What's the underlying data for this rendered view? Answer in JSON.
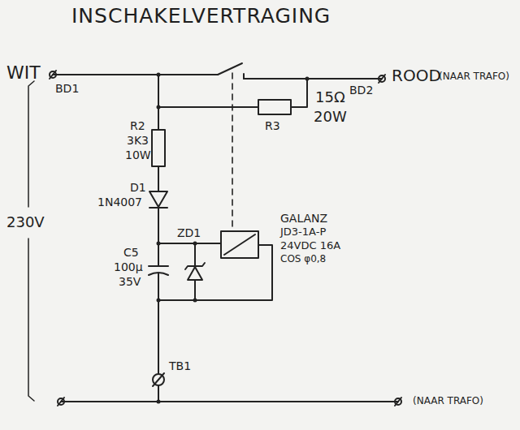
{
  "diagram": {
    "title": "INSCHAKELVERTRAGING",
    "labels": [
      "WIT",
      "BD1",
      "230V",
      "R2",
      "3K3",
      "10W",
      "D1",
      "1N4007",
      "C5",
      "100µ",
      "35V",
      "ZD1",
      "GALANZ",
      "JD3-1A-P",
      "24VDC 16A",
      "COS φ0,8",
      "ROOD",
      "(NAAR TRAFO)",
      "BD2",
      "15Ω",
      "20W",
      "R3",
      "TB1",
      "(NAAR TRAFO)"
    ]
  }
}
